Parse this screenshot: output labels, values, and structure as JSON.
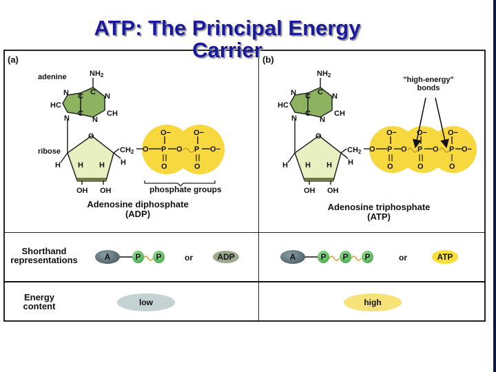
{
  "title": {
    "line1": "ATP: The Principal Energy",
    "line2": "Carrier"
  },
  "panel_a": {
    "tag": "(a)",
    "labels": {
      "adenine": "adenine",
      "ribose": "ribose",
      "phosphate_groups": "phosphate groups"
    },
    "caption_line1": "Adenosine diphosphate",
    "caption_line2": "(ADP)",
    "shorthand": {
      "a": "A",
      "p1": "P",
      "p2": "P",
      "or": "or",
      "abbr": "ADP"
    },
    "energy": "low"
  },
  "panel_b": {
    "tag": "(b)",
    "labels": {
      "high_energy_line1": "\"high-energy\"",
      "high_energy_line2": "bonds"
    },
    "caption_line1": "Adenosine triphosphate",
    "caption_line2": "(ATP)",
    "shorthand": {
      "a": "A",
      "p1": "P",
      "p2": "P",
      "p3": "P",
      "or": "or",
      "abbr": "ATP"
    },
    "energy": "high"
  },
  "rows": {
    "shorthand_line1": "Shorthand",
    "shorthand_line2": "representations",
    "energy_line1": "Energy",
    "energy_line2": "content"
  },
  "atoms": {
    "nh2": "NH",
    "sub2": "2",
    "n": "N",
    "c": "C",
    "hc": "HC",
    "ch": "CH",
    "o": "O",
    "ominus": "O−",
    "p": "P",
    "h": "H",
    "oh": "OH",
    "ch2": "CH"
  },
  "colors": {
    "title": "#1a1aa0",
    "adenine_fill": "#8db360",
    "ribose_fill": "#e8efc0",
    "ribose_base": "#6f7a4a",
    "phosphate_fill": "#f7d93f",
    "p_circle": "#3fae3f",
    "a_oval": "#4f6470",
    "adp_oval": "#9ba98c",
    "low_oval": "#c4d2d4",
    "high_oval": "#f7e27a"
  }
}
